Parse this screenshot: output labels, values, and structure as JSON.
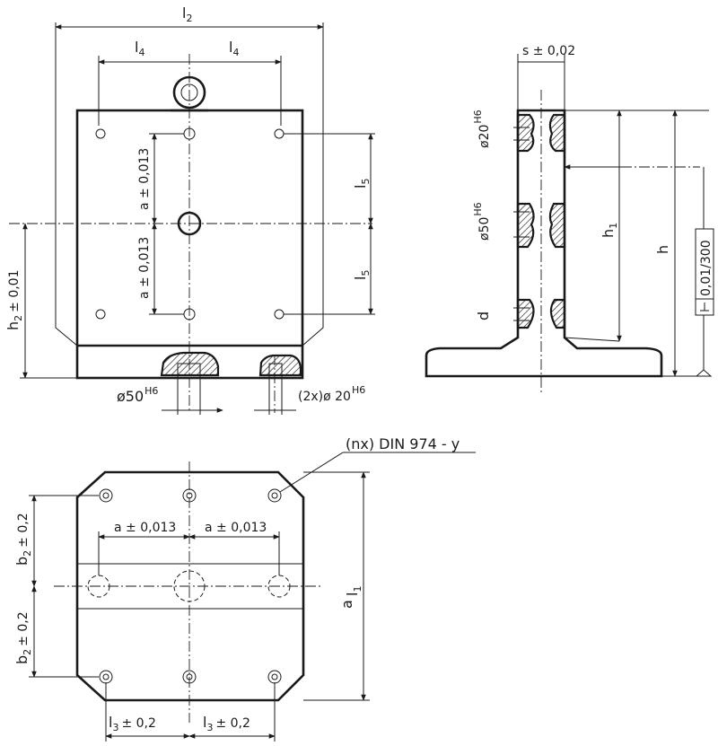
{
  "labels": {
    "l2": "l",
    "l2_sub": "2",
    "l4_left": "l",
    "l4_left_sub": "4",
    "l4_right": "l",
    "l4_right_sub": "4",
    "a_upper": "a ± 0,013",
    "a_lower": "a ± 0,013",
    "l5_upper": "l",
    "l5_upper_sub": "5",
    "l5_lower": "l",
    "l5_lower_sub": "5",
    "h2": "h",
    "h2_sub": "2",
    "h2_tol": "± 0,01",
    "d50_front": "ø50",
    "d50_front_sup": "H6",
    "d20_front": "(2x)ø 20",
    "d20_front_sup": "H6",
    "s": "s ± 0,02",
    "d20_side": "ø20",
    "d20_side_sup": "H6",
    "d50_side": "ø50",
    "d50_side_sup": "H6",
    "d": "d",
    "h1": "h",
    "h1_sub": "1",
    "h": "h",
    "perp": "0,01/300",
    "din": "(nx) DIN 974 - y",
    "b2_upper": "b",
    "b2_upper_sub": "2",
    "b2_upper_tol": "± 0,2",
    "b2_lower": "b",
    "b2_lower_sub": "2",
    "b2_lower_tol": "± 0,2",
    "a_top_left": "a ± 0,013",
    "a_top_right": "a ± 0,013",
    "a_l1": "a",
    "l1": "l",
    "l1_sub": "1",
    "l3_left": "l",
    "l3_left_sub": "3",
    "l3_left_tol": "± 0,2",
    "l3_right": "l",
    "l3_right_sub": "3",
    "l3_right_tol": "± 0,2"
  }
}
